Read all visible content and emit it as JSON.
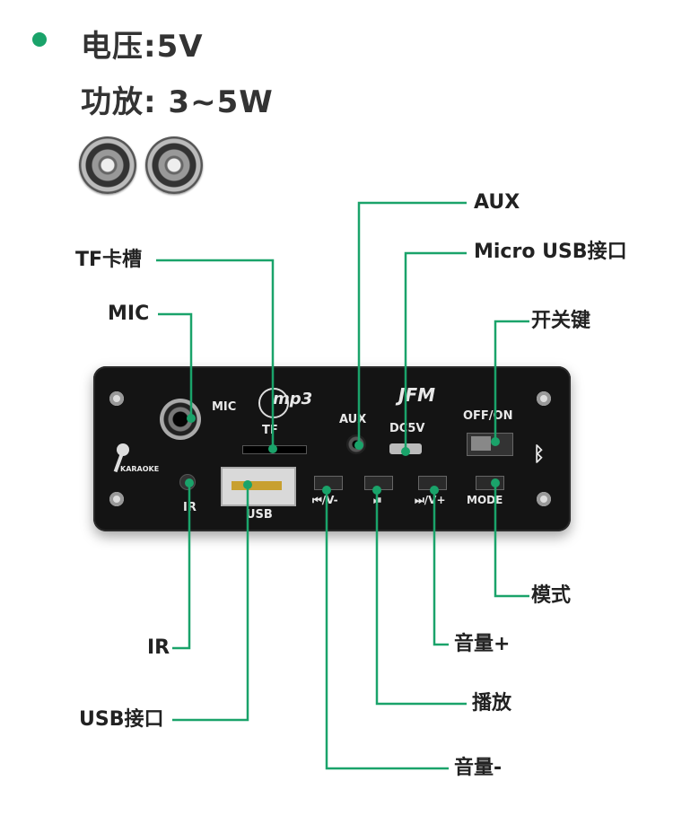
{
  "specs": {
    "voltage": "电压:5V",
    "power": "功放: 3~5W"
  },
  "labels": {
    "tf_slot": "TF卡槽",
    "mic": "MIC",
    "aux": "AUX",
    "micro_usb": "Micro USB接口",
    "switch": "开关键",
    "mode": "模式",
    "vol_up": "音量+",
    "play": "播放",
    "vol_down": "音量-",
    "ir": "IR",
    "usb_port": "USB接口"
  },
  "board": {
    "mic": "MIC",
    "mp3": "mp3",
    "tf": "TF",
    "aux": "AUX",
    "dc5v": "DC5V",
    "offon": "OFF/ON",
    "karaoke": "KARAOKE",
    "ir": "IR",
    "usb": "USB",
    "prev": "⏮/V-",
    "play": "⏯",
    "next": "⏭/V+",
    "mode": "MODE",
    "logo": "JFM"
  },
  "colors": {
    "accent": "#1aa36a",
    "board": "#141414"
  }
}
